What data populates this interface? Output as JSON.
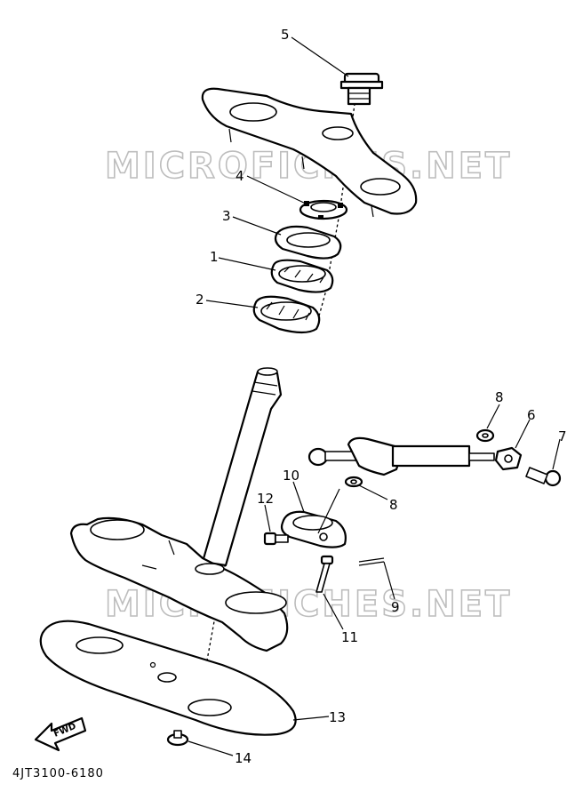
{
  "watermark": "MICROFICHES.NET",
  "part_code": "4JT3100-6180",
  "fwd_label": "FWD",
  "callouts": [
    "5",
    "4",
    "3",
    "1",
    "2",
    "8",
    "6",
    "7",
    "10",
    "12",
    "8",
    "9",
    "11",
    "13",
    "14"
  ]
}
